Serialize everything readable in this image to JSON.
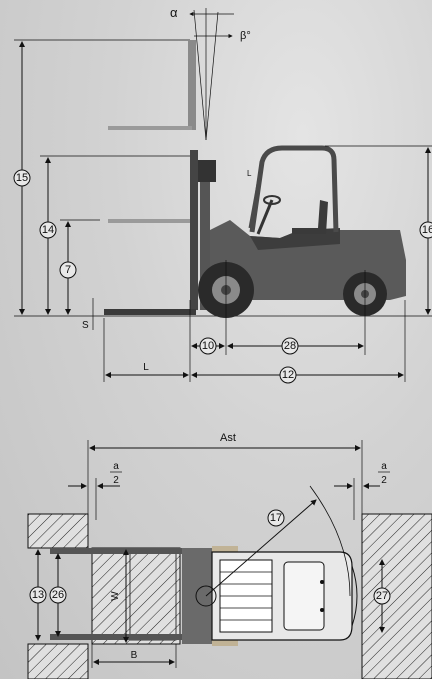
{
  "side_view": {
    "angle_alpha": "α",
    "angle_beta": "β°",
    "callouts": [
      "15",
      "14",
      "7",
      "16",
      "10",
      "28",
      "12"
    ],
    "label_s": "S",
    "label_l_dim": "L",
    "cab_mark": "L"
  },
  "top_view": {
    "label_ast": "Ast",
    "fraction_top": "a",
    "fraction_bottom": "2",
    "callouts": [
      "17",
      "13",
      "26",
      "27"
    ],
    "label_w": "W",
    "label_b": "B"
  },
  "colors": {
    "body": "#5a5a5a",
    "dark": "#2a2a2a",
    "line": "#111111",
    "background": "#cfcfcf"
  }
}
